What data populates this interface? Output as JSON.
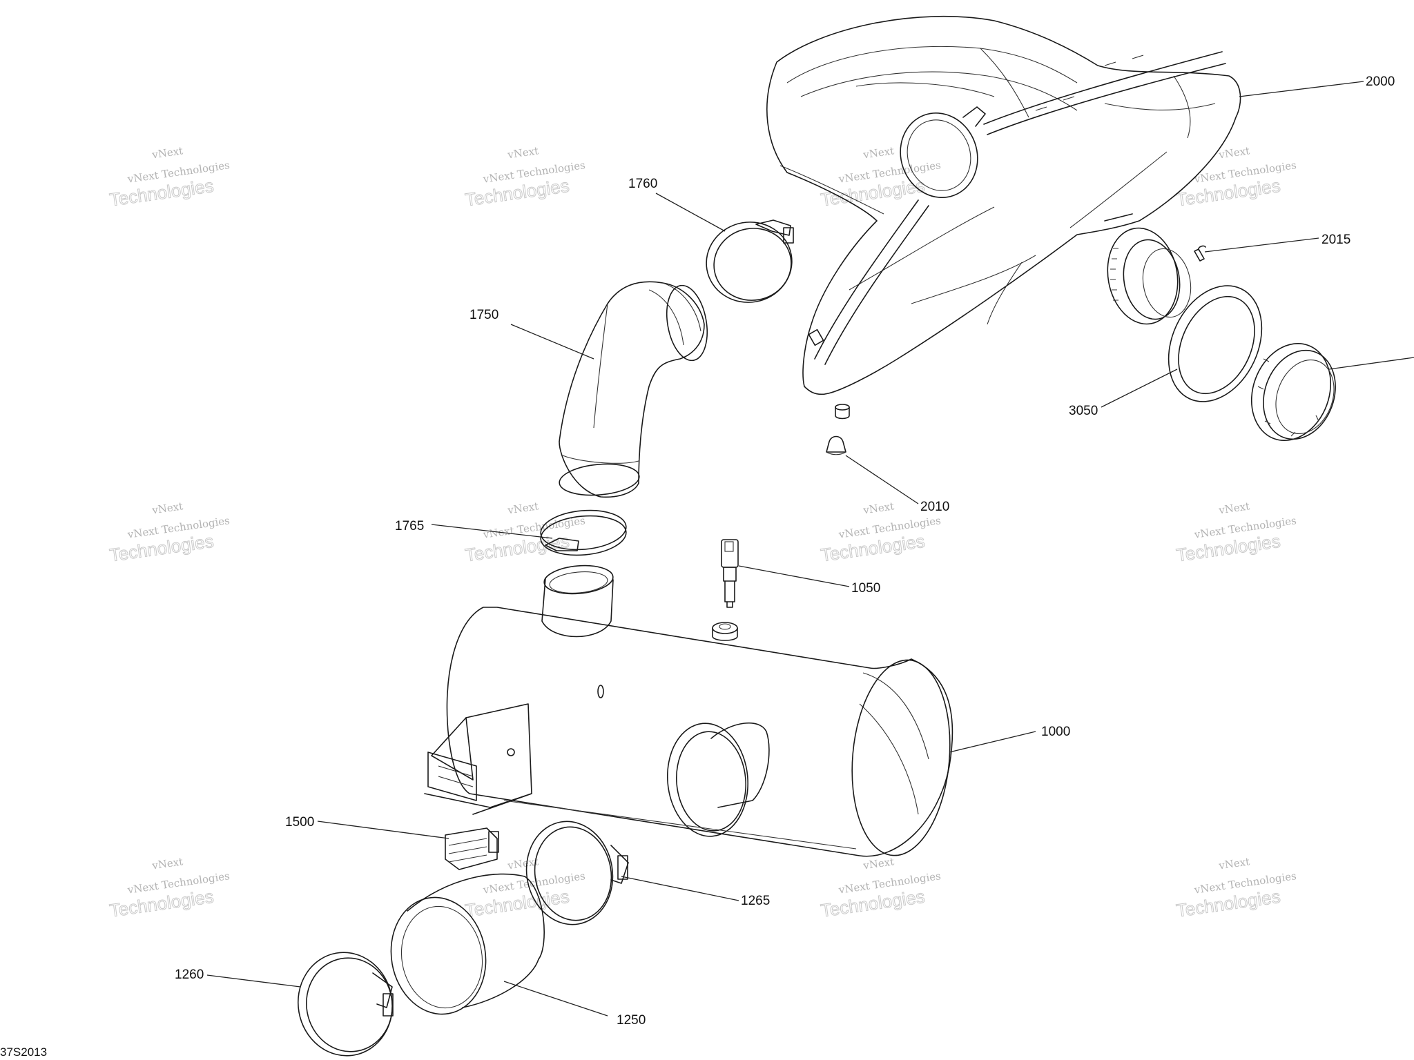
{
  "callouts": {
    "p2000": "2000",
    "p2015": "2015",
    "p3050": "3050",
    "p2010": "2010",
    "p1760": "1760",
    "p1750": "1750",
    "p1765": "1765",
    "p1050": "1050",
    "p1000": "1000",
    "p1500": "1500",
    "p1265": "1265",
    "p1260": "1260",
    "p1250": "1250"
  },
  "watermark": {
    "line_small": "vNext Technologies",
    "line_big": "Technologies",
    "top_word": "vNext"
  },
  "drawing_code": "37S2013"
}
